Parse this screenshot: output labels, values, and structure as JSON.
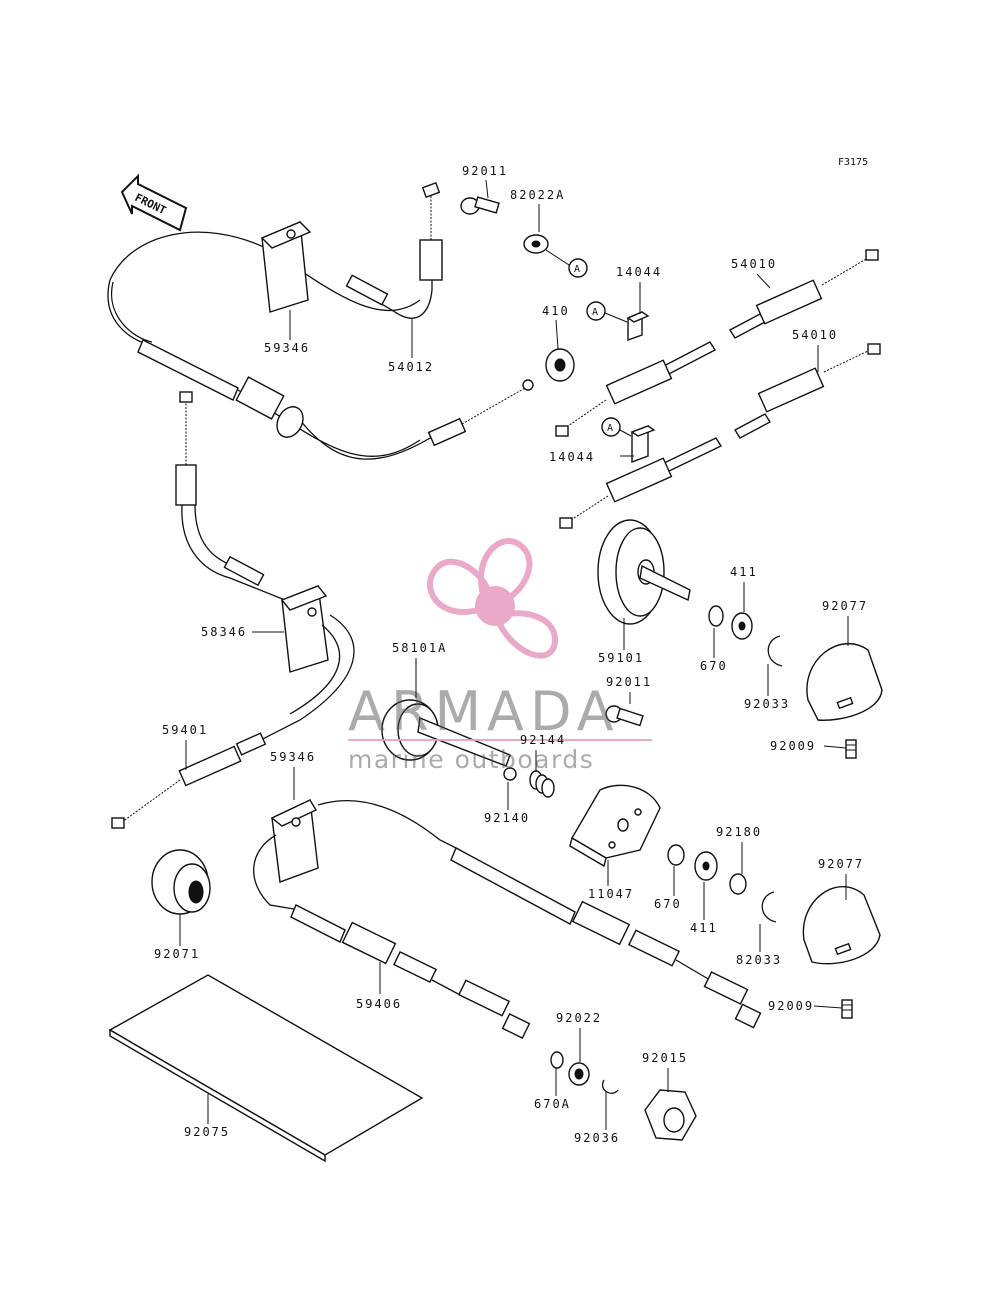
{
  "figure_code": "F3175",
  "front_label": "FRONT",
  "watermark": {
    "brand": "ARMADA",
    "tagline": "marine outboards",
    "color": "#e8a0c4"
  },
  "callout_letter": "A",
  "parts": [
    {
      "id": "p92011a",
      "number": "92011"
    },
    {
      "id": "p82022a",
      "number": "82022A"
    },
    {
      "id": "p14044a",
      "number": "14044"
    },
    {
      "id": "p54010a",
      "number": "54010"
    },
    {
      "id": "p410",
      "number": "410"
    },
    {
      "id": "p54010b",
      "number": "54010"
    },
    {
      "id": "p59346a",
      "number": "59346"
    },
    {
      "id": "p54012",
      "number": "54012"
    },
    {
      "id": "p14044b",
      "number": "14044"
    },
    {
      "id": "p58346",
      "number": "58346"
    },
    {
      "id": "p411a",
      "number": "411"
    },
    {
      "id": "p92077a",
      "number": "92077"
    },
    {
      "id": "p59101",
      "number": "59101"
    },
    {
      "id": "p670a",
      "number": "670"
    },
    {
      "id": "p58101a",
      "number": "58101A"
    },
    {
      "id": "p92011b",
      "number": "92011"
    },
    {
      "id": "p92033a",
      "number": "92033"
    },
    {
      "id": "p59401",
      "number": "59401"
    },
    {
      "id": "p92009a",
      "number": "92009"
    },
    {
      "id": "p92144",
      "number": "92144"
    },
    {
      "id": "p59346b",
      "number": "59346"
    },
    {
      "id": "p92140",
      "number": "92140"
    },
    {
      "id": "p92180",
      "number": "92180"
    },
    {
      "id": "p92077b",
      "number": "92077"
    },
    {
      "id": "p11047",
      "number": "11047"
    },
    {
      "id": "p670b",
      "number": "670"
    },
    {
      "id": "p411b",
      "number": "411"
    },
    {
      "id": "p82033b",
      "number": "82033"
    },
    {
      "id": "p92071",
      "number": "92071"
    },
    {
      "id": "p59406",
      "number": "59406"
    },
    {
      "id": "p92009b",
      "number": "92009"
    },
    {
      "id": "p92022",
      "number": "92022"
    },
    {
      "id": "p92015",
      "number": "92015"
    },
    {
      "id": "p670a_small",
      "number": "670A"
    },
    {
      "id": "p92036",
      "number": "92036"
    },
    {
      "id": "p92075",
      "number": "92075"
    }
  ]
}
